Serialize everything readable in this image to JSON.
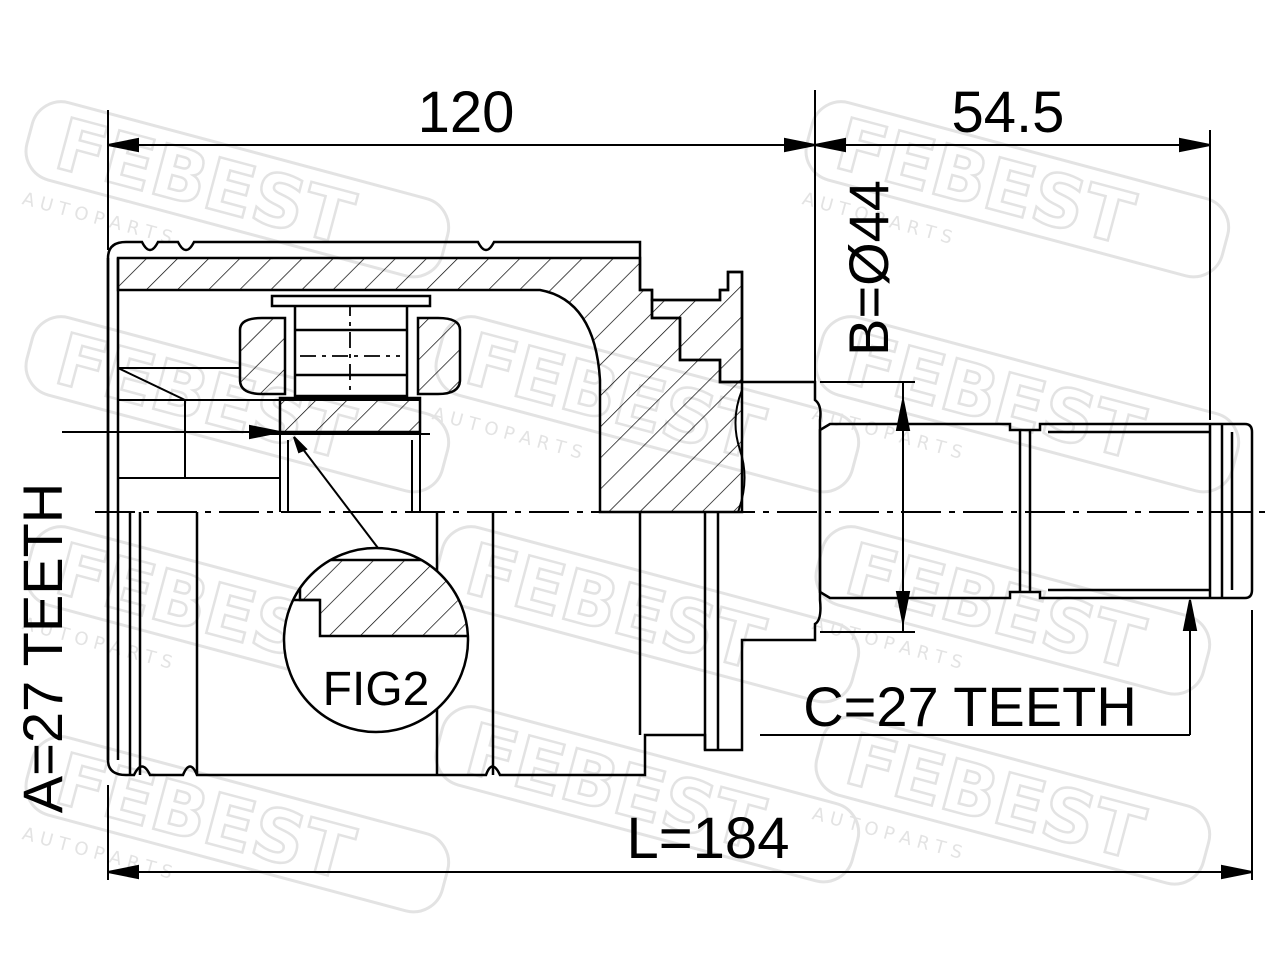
{
  "dimensions": {
    "housing_length": "120",
    "shaft_length": "54.5",
    "shaft_diameter": "B=Ø44",
    "shaft_teeth": "C=27 TEETH",
    "inner_teeth": "A=27 TEETH",
    "total_length": "L=184"
  },
  "detail_label": "FIG2",
  "watermark": {
    "brand": "FEBEST",
    "tagline": "A U T O   P A R T S"
  },
  "colors": {
    "line": "#000000",
    "watermark": "#e6e6e6"
  }
}
